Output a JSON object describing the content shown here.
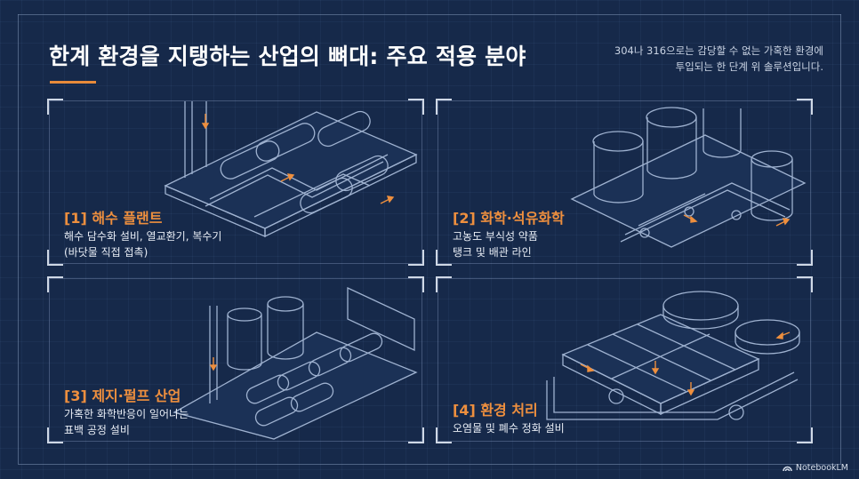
{
  "header": {
    "title": "한계 환경을 지탱하는 산업의 뼈대: 주요 적용 분야",
    "subtitle_line1": "304나 316으로는 감당할 수 없는 가혹한 환경에",
    "subtitle_line2": "투입되는 한 단계 위 솔루션입니다."
  },
  "panels": [
    {
      "heading": "[1] 해수 플랜트",
      "desc_line1": "해수 담수화 설비, 열교환기, 복수기",
      "desc_line2": "(바닷물 직접 접촉)"
    },
    {
      "heading": "[2] 화학·석유화학",
      "desc_line1": "고농도 부식성 약품",
      "desc_line2": "탱크 및 배관 라인"
    },
    {
      "heading": "[3] 제지·펄프 산업",
      "desc_line1": "가혹한 화학반응이 일어나는",
      "desc_line2": "표백 공정 설비"
    },
    {
      "heading": "[4] 환경 처리",
      "desc_line1": "오염물 및 폐수 정화 설비"
    }
  ],
  "brand": {
    "name": "NotebookLM",
    "icon": "notebooklm-logo-icon"
  },
  "colors": {
    "background": "#16294a",
    "accent": "#ee8f3e",
    "line": "#9fb2d0"
  }
}
